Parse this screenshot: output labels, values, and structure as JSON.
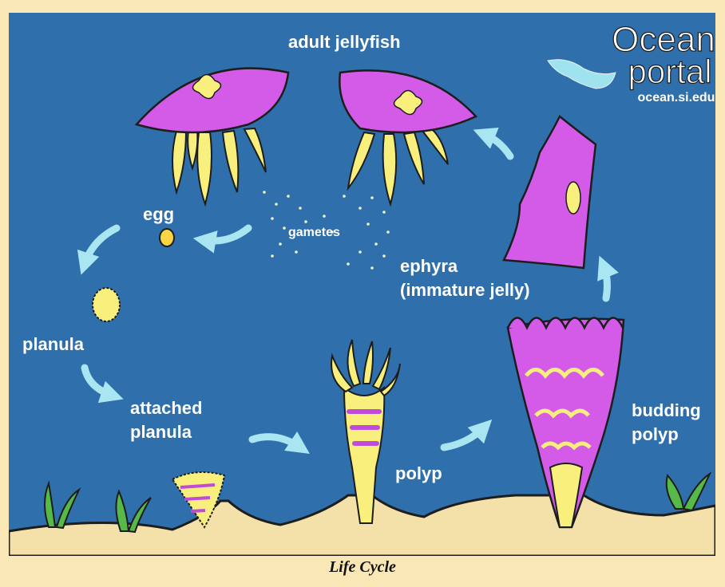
{
  "logo": {
    "line1": "Ocean",
    "line2": "portal",
    "url": "ocean.si.edu"
  },
  "labels": {
    "adult": "adult jellyfish",
    "egg": "egg",
    "gametes": "gametes",
    "planula": "planula",
    "attached_line1": "attached",
    "attached_line2": "planula",
    "polyp": "polyp",
    "budding_line1": "budding",
    "budding_line2": "polyp",
    "ephyra_line1": "ephyra",
    "ephyra_line2": "(immature jelly)"
  },
  "caption": "Life Cycle",
  "colors": {
    "ocean": "#2f6fab",
    "sand": "#f4e0a9",
    "jelly_bell": "#d35be8",
    "tentacle": "#f9ef7d",
    "arrow": "#a9e6f2"
  }
}
